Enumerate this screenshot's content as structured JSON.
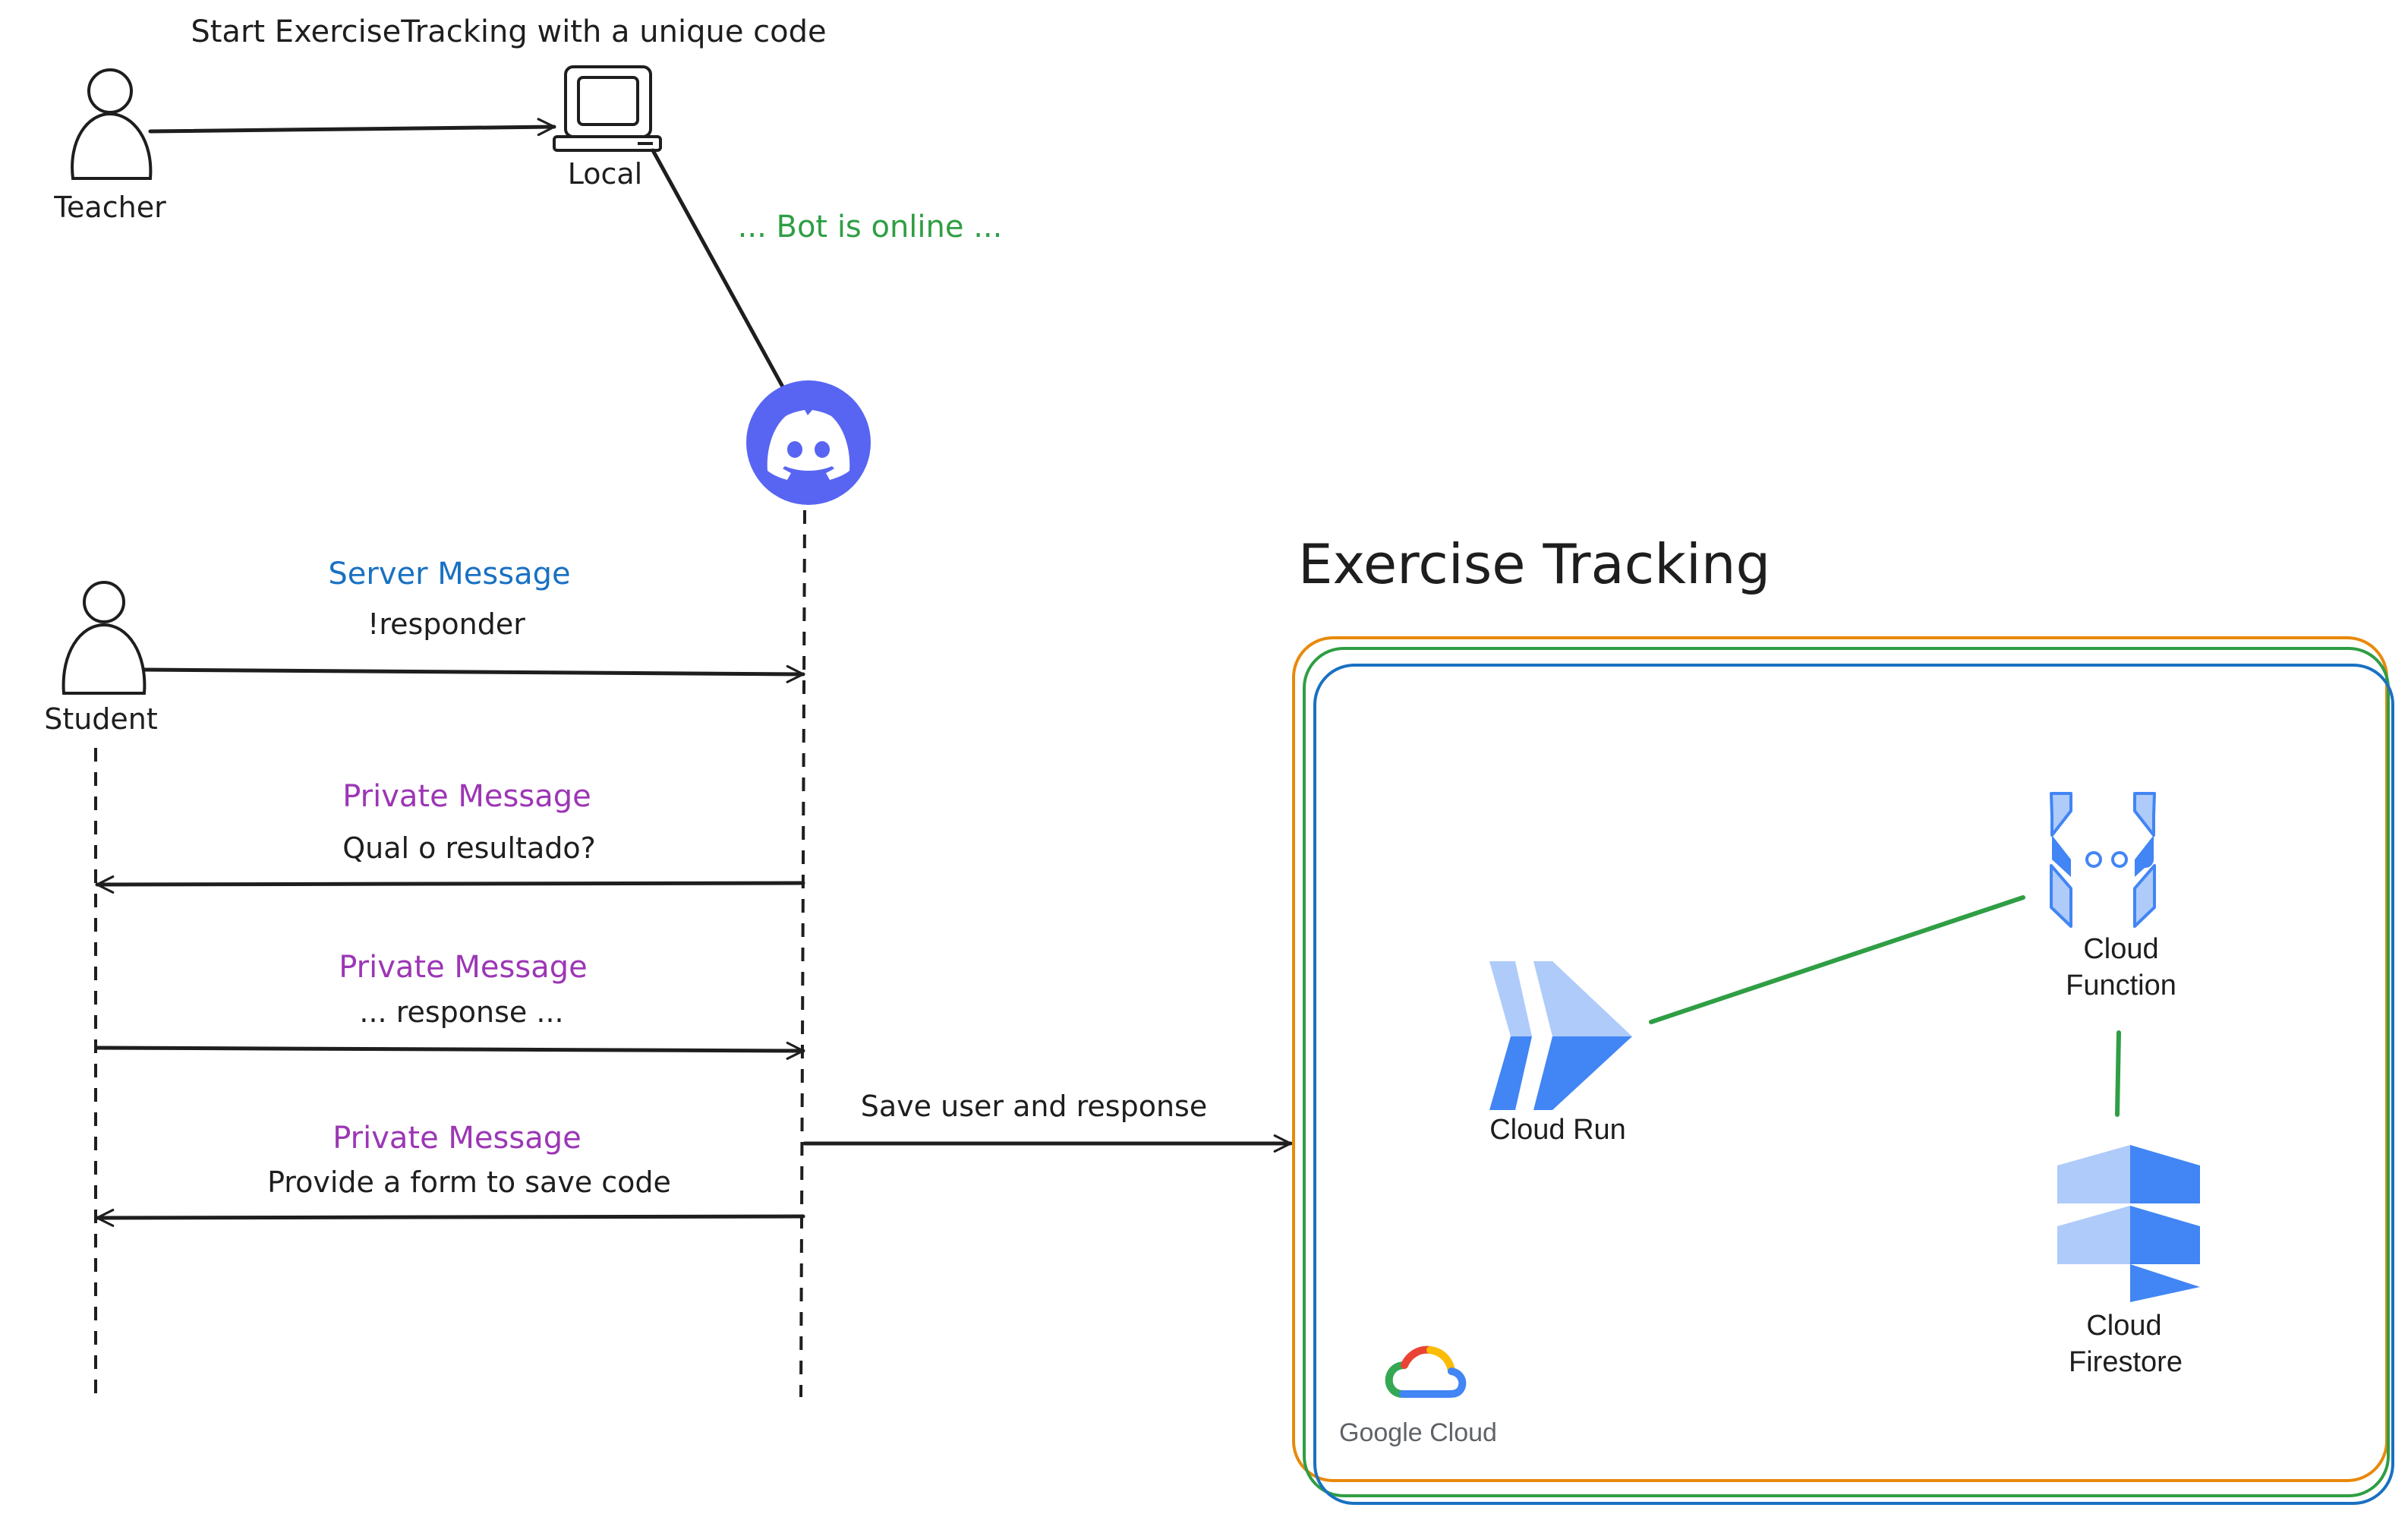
{
  "actors": {
    "teacher": "Teacher",
    "local": "Local",
    "student": "Student"
  },
  "messages": {
    "start": "Start ExerciseTracking with a unique code",
    "bot_online": "... Bot is online ...",
    "m1_type": "Server Message",
    "m1_text": "!responder",
    "m2_type": "Private Message",
    "m2_text": "Qual o resultado?",
    "m3_type": "Private Message",
    "m3_text": "... response ...",
    "m4_type": "Private Message",
    "m4_text": "Provide a form to save code",
    "save": "Save user and response"
  },
  "cloud": {
    "title": "Exercise Tracking",
    "cloud_run": "Cloud Run",
    "cloud_function": [
      "Cloud",
      "Function"
    ],
    "cloud_firestore": [
      "Cloud",
      "Firestore"
    ],
    "google_cloud": "Google Cloud"
  },
  "colors": {
    "discord": "#5865f2",
    "gcp_blue_dark": "#4285f4",
    "gcp_blue_light": "#aecbfa",
    "link_green": "#2f9e44",
    "frame_orange": "#e8890c",
    "frame_green": "#2f9e44",
    "frame_blue": "#1971c2",
    "text_blue": "#1971c2",
    "text_purple": "#9c36b5"
  },
  "icons": {
    "teacher": "person-icon",
    "student": "person-icon",
    "local": "computer-icon",
    "discord": "discord-icon",
    "cloud_run": "cloud-run-icon",
    "cloud_function": "cloud-function-icon",
    "cloud_firestore": "cloud-firestore-icon",
    "google_cloud": "google-cloud-logo-icon"
  }
}
